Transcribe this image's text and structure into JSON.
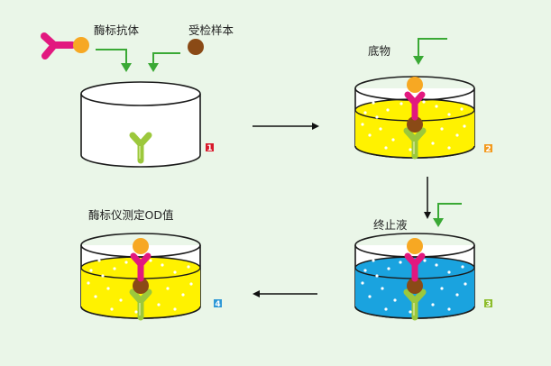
{
  "labels": {
    "enzyme_antibody": "酶标抗体",
    "test_sample": "受检样本",
    "substrate": "底物",
    "stop_solution": "终止液",
    "measure_od": "酶标仪测定OD值"
  },
  "steps": [
    {
      "number": "1",
      "color": "#d7192a"
    },
    {
      "number": "2",
      "color": "#f29a1e"
    },
    {
      "number": "3",
      "color": "#8cbd2b"
    },
    {
      "number": "4",
      "color": "#2d98d6"
    }
  ],
  "colors": {
    "background": "#eaf6e8",
    "antibody_magenta": "#e2187f",
    "enzyme_orange": "#f7a823",
    "sample_brown": "#8a4a16",
    "capture_antibody_green": "#9cc83c",
    "arrow_green": "#3aa935",
    "substrate_yellow": "#fff200",
    "stop_blue": "#1aa3df"
  }
}
